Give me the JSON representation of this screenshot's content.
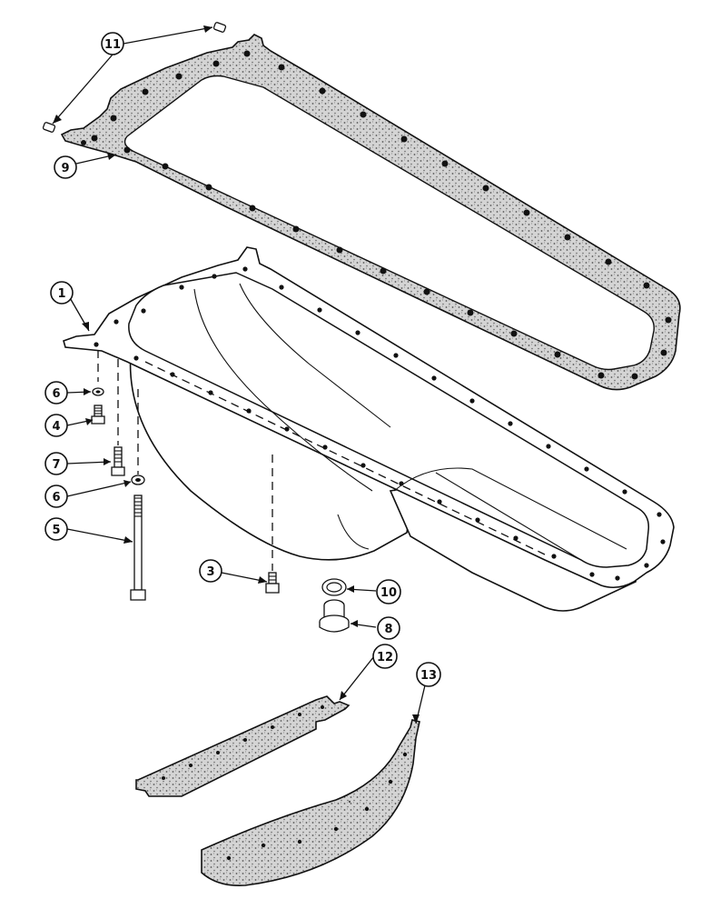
{
  "callouts": [
    {
      "id": "c11",
      "label": "11"
    },
    {
      "id": "c9",
      "label": "9"
    },
    {
      "id": "c1",
      "label": "1"
    },
    {
      "id": "c6a",
      "label": "6"
    },
    {
      "id": "c4",
      "label": "4"
    },
    {
      "id": "c7",
      "label": "7"
    },
    {
      "id": "c6b",
      "label": "6"
    },
    {
      "id": "c5",
      "label": "5"
    },
    {
      "id": "c3",
      "label": "3"
    },
    {
      "id": "c10",
      "label": "10"
    },
    {
      "id": "c8",
      "label": "8"
    },
    {
      "id": "c12",
      "label": "12"
    },
    {
      "id": "c13",
      "label": "13"
    }
  ],
  "colors": {
    "ink": "#111111",
    "gasket": "#cfcfcf",
    "paper": "#ffffff"
  }
}
